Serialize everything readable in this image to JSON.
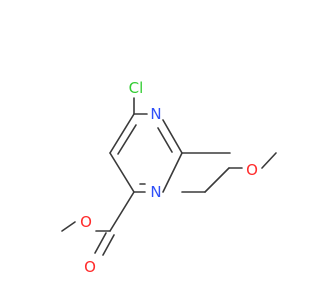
{
  "molecule": {
    "atoms": {
      "cl": {
        "label": "Cl",
        "color": "#33cc33"
      },
      "n_upper": {
        "label": "N",
        "color": "#3050f8"
      },
      "n_lower": {
        "label": "N",
        "color": "#3050f8"
      },
      "o_ester_single": {
        "label": "O",
        "color": "#ff2a2a"
      },
      "o_carbonyl": {
        "label": "O",
        "color": "#ff2a2a"
      },
      "o_ether": {
        "label": "O",
        "color": "#ff2a2a"
      }
    },
    "bond_color": "#3a3a3a"
  }
}
